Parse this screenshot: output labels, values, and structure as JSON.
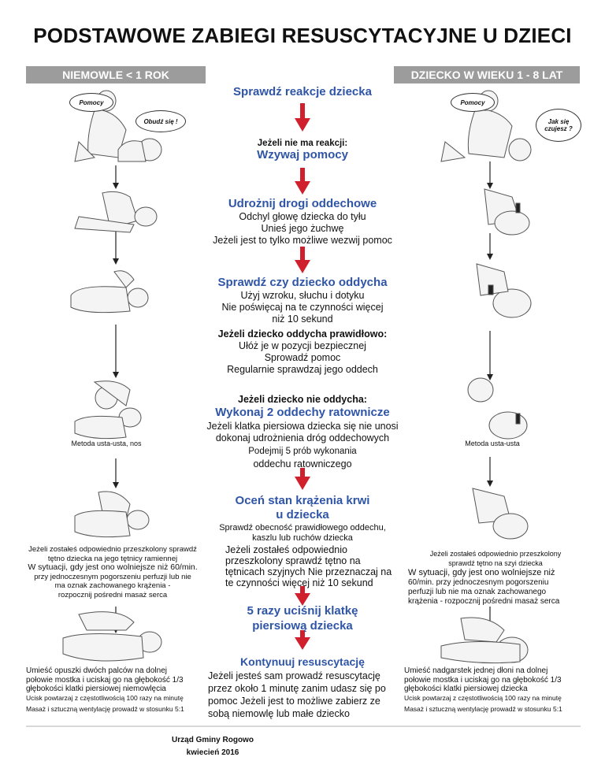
{
  "header": {
    "title": "PODSTAWOWE ZABIEGI RESUSCYTACYJNE U DZIECI"
  },
  "columns": {
    "infant_label": "NIEMOWLE < 1 ROK",
    "child_label": "DZIECKO W WIEKU 1 - 8 LAT"
  },
  "bubbles": {
    "infant_help": "Pomocy",
    "infant_wake": "Obudź się !",
    "child_help": "Pomocy",
    "child_how": "Jak się czujesz ?"
  },
  "steps": {
    "s1_title": "Sprawdź reakcje dziecka",
    "s1_cond": "Jeżeli nie ma reakcji:",
    "s1_action": "Wzywaj pomocy",
    "s2_title": "Udrożnij drogi oddechowe",
    "s2_line1": "Odchyl głowę dziecka do tyłu",
    "s2_line2": "Unieś jego żuchwę",
    "s2_line3": "Jeżeli jest to tylko możliwe wezwij pomoc",
    "s3_title": "Sprawdź czy dziecko oddycha",
    "s3_line1": "Użyj wzroku, słuchu i dotyku",
    "s3_line2": "Nie poświęcaj na te czynności więcej",
    "s3_line3": "niż 10 sekund",
    "s3_cond": "Jeżeli dziecko oddycha prawidłowo:",
    "s3_line4": "Ułóż je w pozycji bezpiecznej",
    "s3_line5": "Sprowadź pomoc",
    "s3_line6": "Regularnie sprawdzaj jego oddech",
    "s4_cond": "Jeżeli dziecko nie oddycha:",
    "s4_title": "Wykonaj 2 oddechy ratownicze",
    "s4_line1": "Jeżeli klatka piersiowa dziecka się nie unosi",
    "s4_line2": "dokonaj udrożnienia dróg oddechowych",
    "s4_line3": "Podejmij 5 prób wykonania",
    "s4_line4": "oddechu ratowniczego",
    "s5_title_1": "Oceń stan krążenia krwi",
    "s5_title_2": "u dziecka",
    "s5_line1": "Sprawdź obecność prawidłowego oddechu,",
    "s5_line2": "kaszlu lub ruchów dziecka",
    "s5_line3": "Jeżeli zostałeś odpowiednio",
    "s5_line4": "przeszkolony sprawdź tętno na",
    "s5_line5": "tętnicach szyjnych Nie przeznaczaj na",
    "s5_line6": "te czynności więcej niż 10 sekund",
    "s6_title_1": "5 razy uciśnij klatkę",
    "s6_title_2": "piersiową dziecka",
    "s7_title": "Kontynuuj resuscytację",
    "s7_line1": "Jeżeli jesteś sam prowadź resuscytację",
    "s7_line2": "przez około 1 minutę zanim udasz się po",
    "s7_line3": "pomoc Jeżeli jest to możliwe zabierz ze",
    "s7_line4": "sobą niemowlę lub małe dziecko"
  },
  "left_notes": {
    "method": "Metoda usta-usta, nos",
    "pulse_1": "Jeżeli zostałeś odpowiednio przeszkolony sprawdź",
    "pulse_2": "tętno dziecka na jego tętnicy ramiennej",
    "pulse_3": "W sytuacji, gdy  jest ono wolniejsze niż 60/min.",
    "pulse_4": "przy jednoczesnym pogorszeniu perfuzji lub nie",
    "pulse_5": "ma oznak zachowanego krążenia -",
    "pulse_6": "rozpocznij pośredni masaż serca",
    "cpr_1": "Umieść opuszki dwóch palców na dolnej",
    "cpr_2": "połowie mostka i uciskaj go na głębokość 1/3",
    "cpr_3": "głębokości klatki piersiowej niemowlęcia",
    "cpr_4": "Ucisk powtarzaj z częstotliwością 100 razy na minutę",
    "cpr_5": "Masaż i sztuczną wentylację prowadź w stosunku 5:1"
  },
  "right_notes": {
    "method": "Metoda usta-usta",
    "pulse_1": "Jeżeli zostałeś odpowiednio przeszkolony",
    "pulse_2": "sprawdź tętno na szyi dziecka",
    "pulse_3": "W sytuacji, gdy jest ono wolniejsze niż",
    "pulse_4": "60/min. przy jednoczesnym pogorszeniu",
    "pulse_5": "perfuzji lub nie ma oznak zachowanego",
    "pulse_6": "krążenia - rozpocznij pośredni masaż serca",
    "cpr_1": "Umieść nadgarstek jednej dłoni na dolnej",
    "cpr_2": "połowie mostka i uciskaj go na głębokość 1/3",
    "cpr_3": "głębokości klatki piersiowej dziecka",
    "cpr_4": "Ucisk powtarzaj z częstotliwością 100 razy na minutę",
    "cpr_5": "Masaż i sztuczną wentylację prowadź w stosunku 5:1"
  },
  "footer": {
    "line1": "Urząd Gminy Rogowo",
    "line2": "kwiecień 2016"
  },
  "colors": {
    "accent_blue": "#2f55a6",
    "arrow_red": "#d0202e",
    "bar_grey": "#9c9c9c"
  }
}
